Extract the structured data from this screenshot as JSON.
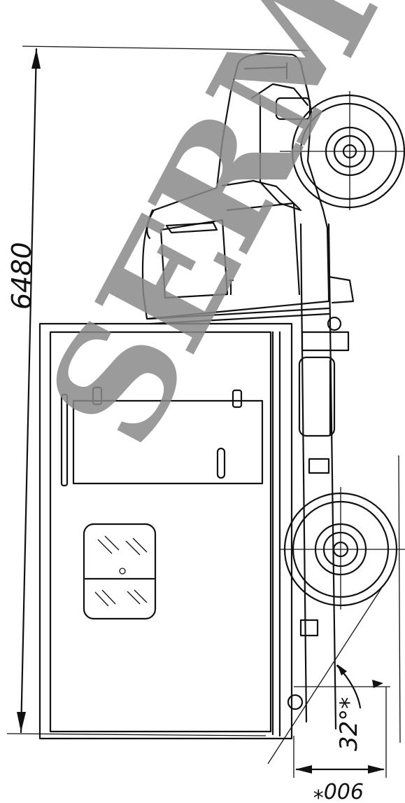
{
  "drawing": {
    "dimension_length": "6480",
    "dimension_angle": "32°*",
    "dimension_overhang": "900*",
    "watermark": "SERM",
    "colors": {
      "ink": "#111111",
      "watermark": "#8a8a8a",
      "paper": "#ffffff"
    }
  }
}
